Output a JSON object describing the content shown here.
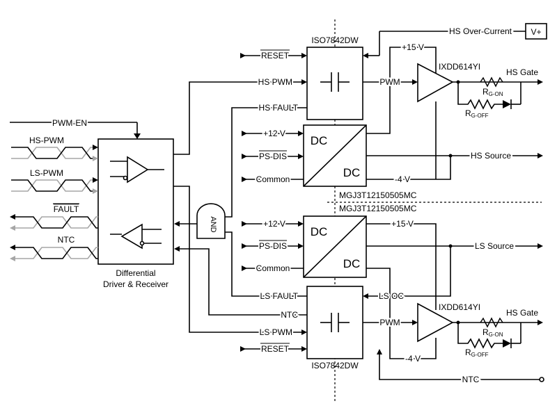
{
  "diagram": {
    "iso_top_label": "ISO7842DW",
    "iso_bottom_label": "ISO7842DW",
    "driver_top_label": "IXDD614YI",
    "driver_bottom_label": "IXDD614YI",
    "dcdc_top_label": "MGJ3T12150505MC",
    "dcdc_bottom_label": "MGJ3T12150505MC",
    "dc_text": "DC",
    "and_text": "AND",
    "diff_line1": "Differential",
    "diff_line2": "Driver & Receiver",
    "pwm_en": "PWM-EN",
    "hs_pwm_in": "HS-PWM",
    "ls_pwm_in": "LS-PWM",
    "fault_out": "FAULT",
    "ntc_out": "NTC",
    "reset_top": "RESET",
    "hs_pwm": "HS PWM",
    "hs_fault": "HS FAULT",
    "plus12_top": "+12 V",
    "psdis_top": "PS-DIS",
    "common_top": "Common",
    "plus12_bot": "+12 V",
    "psdis_bot": "PS-DIS",
    "common_bot": "Common",
    "ls_fault": "LS FAULT",
    "ntc_mid": "NTC",
    "ls_pwm": "LS PWM",
    "reset_bot": "RESET",
    "hs_overcurrent": "HS Over-Current",
    "vplus": "V+",
    "plus15_top": "+15 V",
    "pwm_top": "PWM",
    "hs_gate_top": "HS Gate",
    "rg_on_top": "R",
    "rg_on_top_sub": "G-ON",
    "rg_off_top": "R",
    "rg_off_top_sub": "G-OFF",
    "hs_source": "HS Source",
    "minus4_top": "-4 V",
    "plus15_bot": "+15 V",
    "ls_source": "LS Source",
    "ls_oc": "LS OC",
    "pwm_bot": "PWM",
    "hs_gate_bot": "HS Gate",
    "rg_on_bot": "R",
    "rg_on_bot_sub": "G-ON",
    "rg_off_bot": "R",
    "rg_off_bot_sub": "G-OFF",
    "minus4_bot": "-4 V",
    "ntc_bot": "NTC"
  }
}
